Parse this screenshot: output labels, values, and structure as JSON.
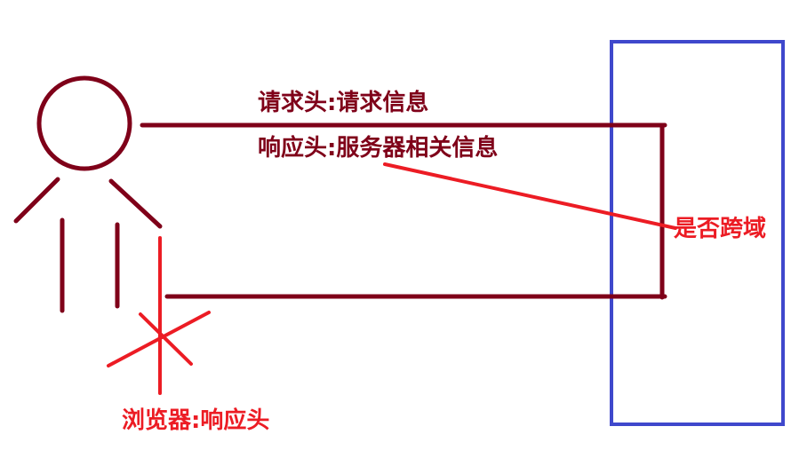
{
  "labels": {
    "request_header": "请求头:请求信息",
    "response_header": "响应头:服务器相关信息",
    "cross_origin": "是否跨域",
    "browser_response": "浏览器:响应头"
  },
  "colors": {
    "dark_red": "#7f0019",
    "red": "#ec1c24",
    "blue": "#3f48cc",
    "background": "#ffffff"
  }
}
